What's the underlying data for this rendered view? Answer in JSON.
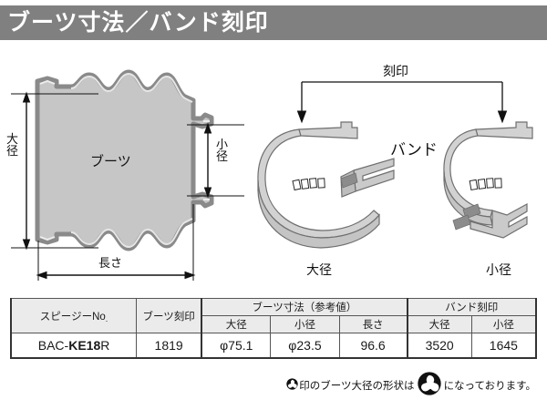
{
  "header": {
    "title": "ブーツ寸法／バンド刻印",
    "bar_color": "#808080",
    "text_color": "#ffffff"
  },
  "diagram": {
    "boot": {
      "body_label": "ブーツ",
      "large_dia_label": "大径",
      "small_dia_label": "小径",
      "length_label": "長さ",
      "fill_color": "#c6c6c6",
      "outline_color": "#8a8a8a"
    },
    "bands": {
      "group_label": "バンド",
      "stamp_label": "刻印",
      "left_label": "大径",
      "right_label": "小径",
      "fill_color": "#cfcfcf",
      "edge_color": "#7d7d7d",
      "stamp_boxes": 4
    }
  },
  "table": {
    "headers": {
      "speasy_no": "スピージーNo",
      "speasy_no_suffix": ".",
      "boot_stamp": "ブーツ刻印",
      "boot_dims_group": "ブーツ寸法（参考値）",
      "band_stamp_group": "バンド刻印",
      "boot_large": "大径",
      "boot_small": "小径",
      "boot_length": "長さ",
      "band_large": "大径",
      "band_small": "小径"
    },
    "row": {
      "speasy_no_prefix": "BAC-",
      "speasy_no_bold": "KE18",
      "speasy_no_suffix": "R",
      "boot_stamp": "1819",
      "boot_large": "φ75.1",
      "boot_small": "φ23.5",
      "boot_length": "96.6",
      "band_large": "3520",
      "band_small": "1645"
    }
  },
  "footnote": {
    "text_before": "印のブーツ大径の形状は",
    "text_after": "になっております。",
    "symbol_name": "trefoil-shape"
  }
}
